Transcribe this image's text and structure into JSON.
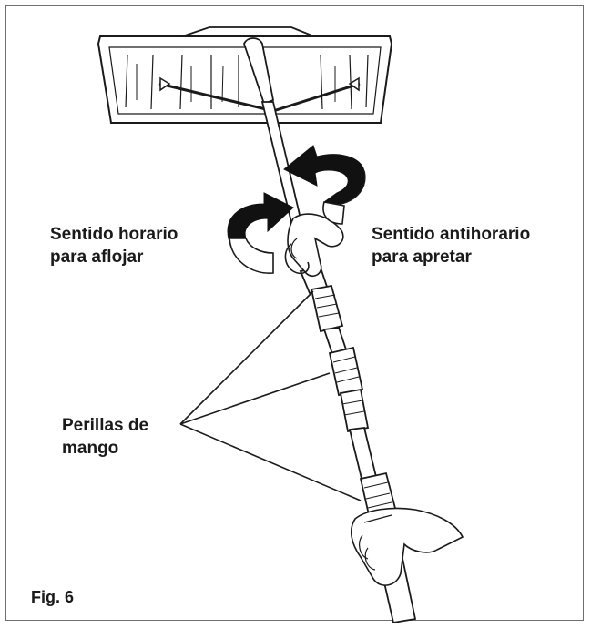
{
  "labels": {
    "clockwise_line1": "Sentido horario",
    "clockwise_line2": "para aflojar",
    "counterclockwise_line1": "Sentido antihorario",
    "counterclockwise_line2": "para apretar",
    "knobs_line1": "Perillas de",
    "knobs_line2": "mango",
    "figure": "Fig. 6"
  },
  "colors": {
    "line": "#1a1a1a",
    "arrow": "#111111",
    "border": "#6f6f6f"
  },
  "icons": [
    "brush-head",
    "counterclockwise-arrow-icon",
    "clockwise-arrow-icon",
    "hand-upper",
    "hand-lower"
  ]
}
